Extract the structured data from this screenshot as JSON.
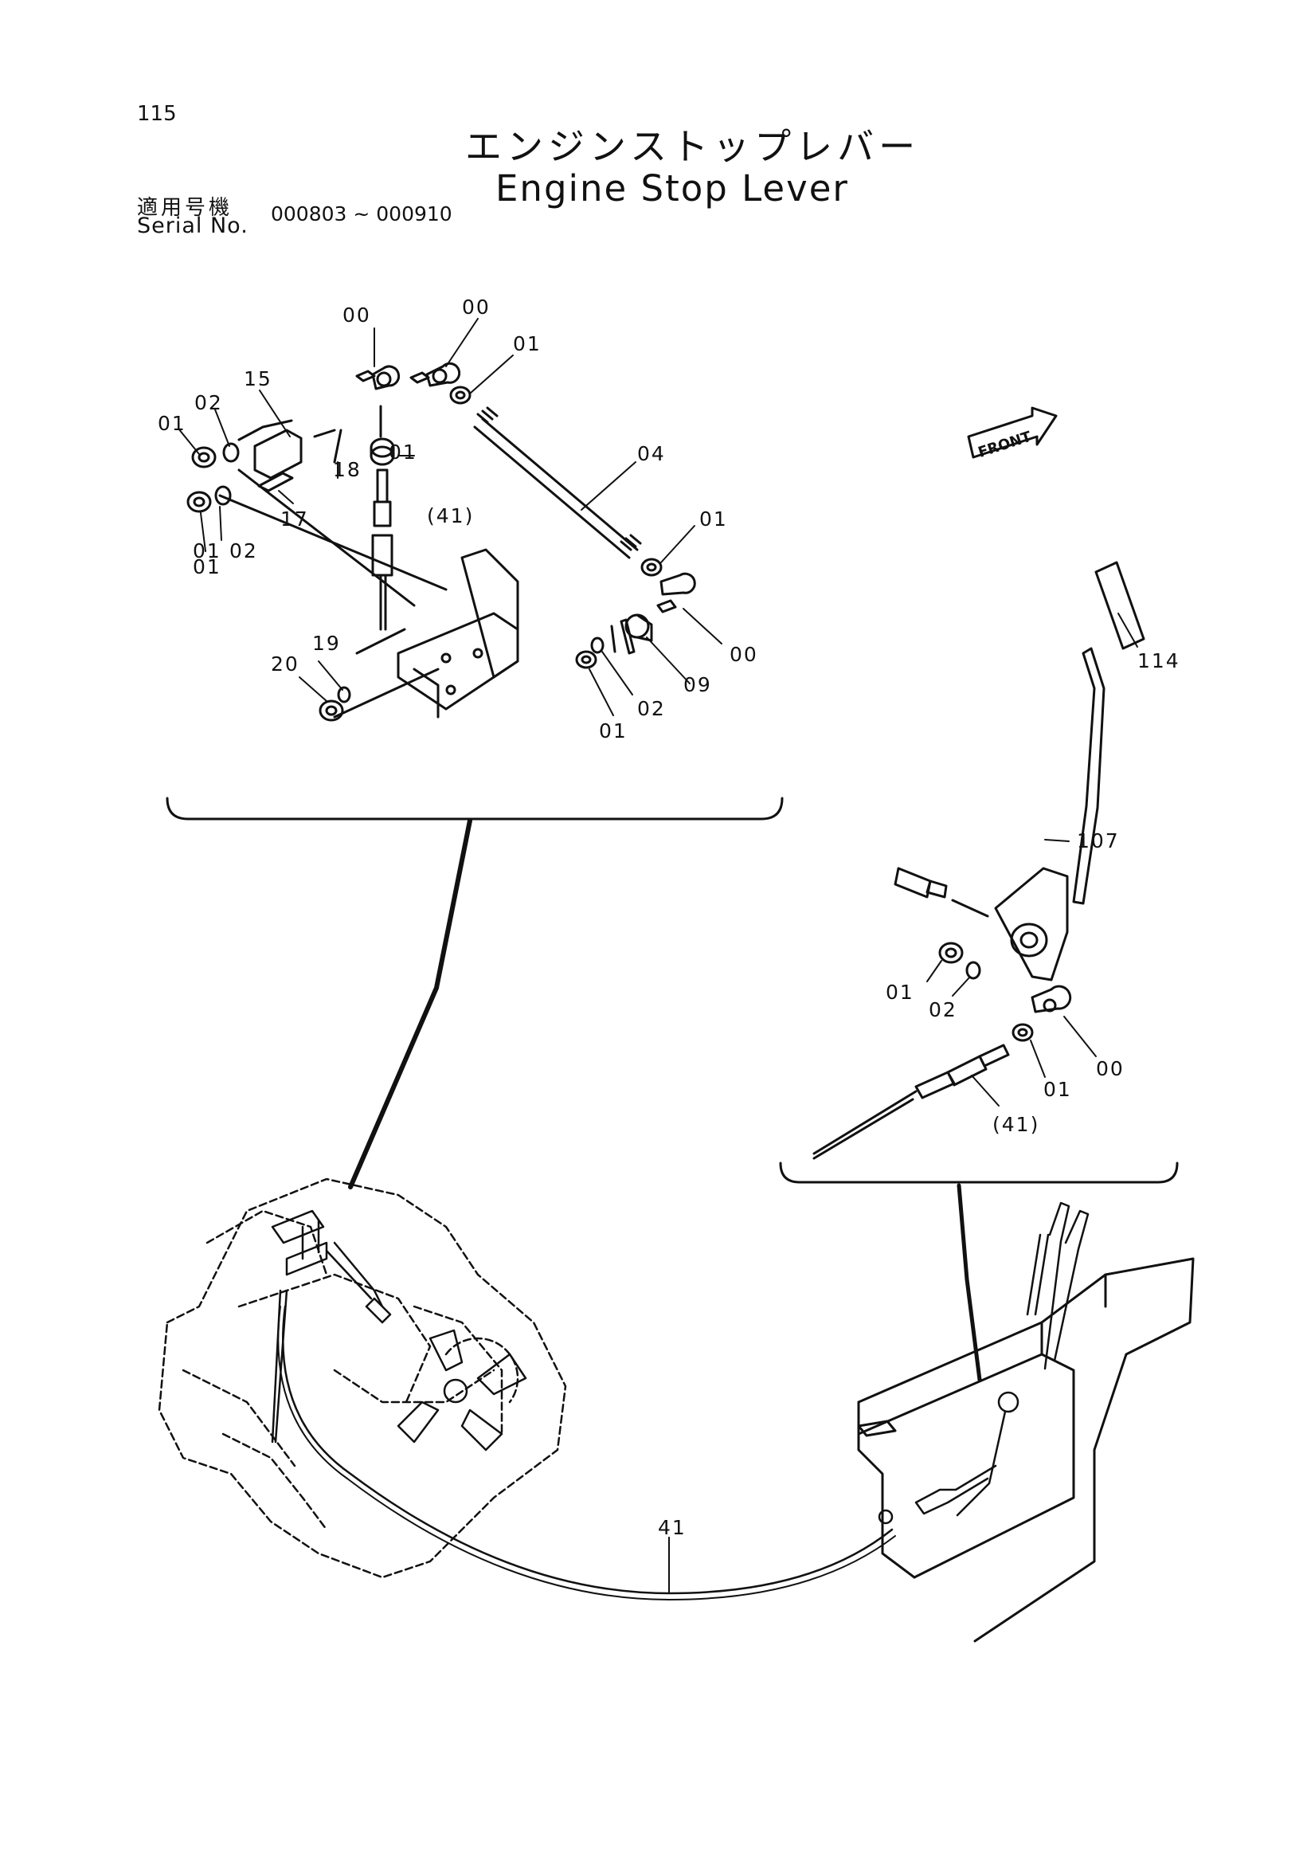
{
  "header": {
    "page_number": "115",
    "title_jp": "エンジンストップレバー",
    "title_en": "Engine Stop Lever",
    "serial_label_jp": "適用号機",
    "serial_label_en": "Serial No.",
    "serial_range": "000803 ~ 000910"
  },
  "front_marker": "FRONT",
  "callouts": {
    "top_left": [
      "00",
      "00",
      "01",
      "15",
      "02",
      "01",
      "01",
      "18",
      "17",
      "(41)",
      "01",
      "02",
      "01",
      "04",
      "01",
      "00",
      "19",
      "20",
      "09",
      "02",
      "01"
    ],
    "right": [
      "114",
      "107",
      "01",
      "02",
      "00",
      "01",
      "(41)"
    ],
    "bottom": [
      "41"
    ]
  }
}
